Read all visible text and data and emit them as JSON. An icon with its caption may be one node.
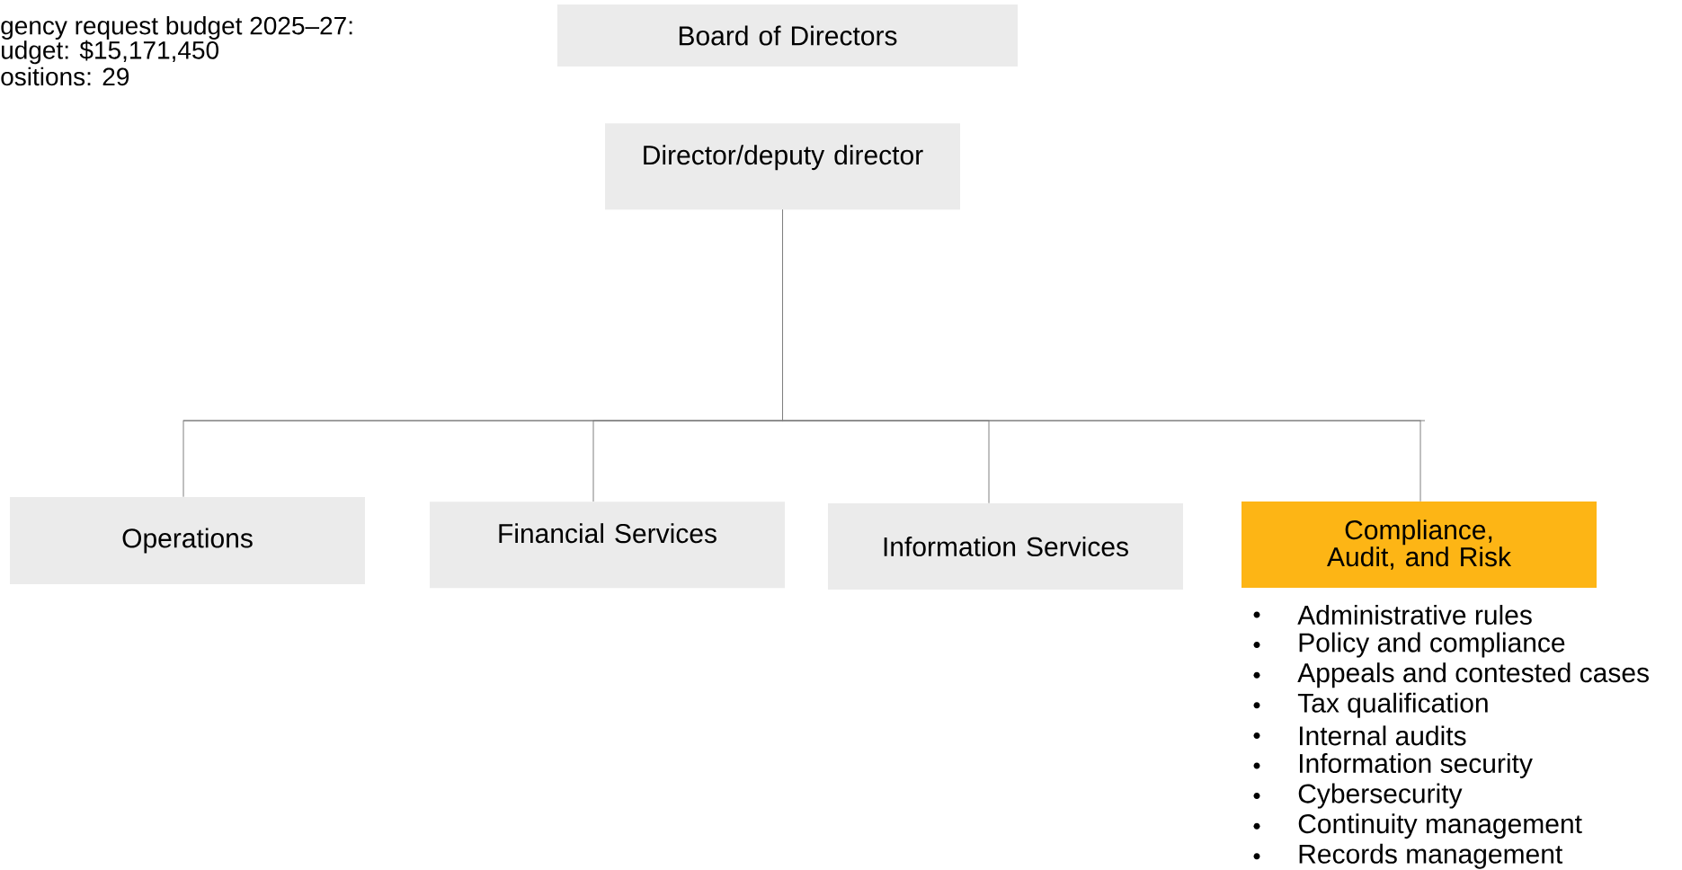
{
  "diagram": {
    "nodes": [
      {
        "text": [
          "Board of Directors"
        ]
      },
      {
        "text": [
          "Director/deputy director"
        ]
      },
      {
        "text": [
          "Operations"
        ]
      },
      {
        "text": [
          "Financial Services"
        ]
      },
      {
        "text": [
          "Information Services"
        ]
      },
      {
        "text": [
          "Compliance, Audit, and Risk"
        ],
        "beside": [
          "Administrative rules",
          "Policy and compliance",
          "Appeals and contested cases",
          "Tax qualification",
          "Internal audits",
          "Information security",
          "Cybersecurity",
          "Continuity management",
          "Records management"
        ]
      }
    ],
    "edges": [
      {
        "from": 1,
        "to": 2,
        "arrow": "none"
      },
      {
        "from": 1,
        "to": 3,
        "arrow": "none"
      },
      {
        "from": 1,
        "to": 4,
        "arrow": "none"
      },
      {
        "from": 1,
        "to": 5,
        "arrow": "none"
      }
    ],
    "labels": [
      "gency request budget 2025–27:",
      "udget: $15,171,450",
      "ositions: 29"
    ]
  }
}
